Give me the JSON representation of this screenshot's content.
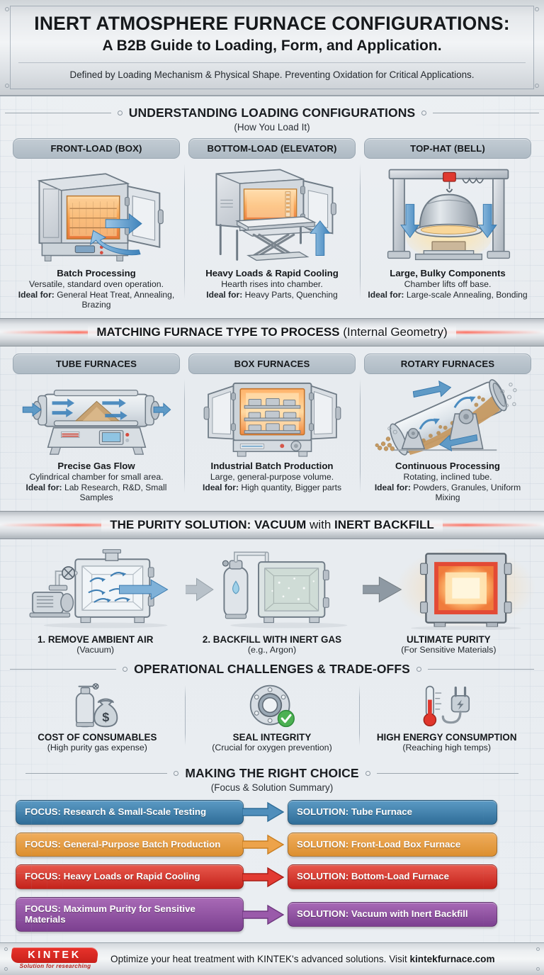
{
  "header": {
    "title": "INERT ATMOSPHERE FURNACE CONFIGURATIONS:",
    "subtitle": "A B2B Guide to Loading, Form, and Application.",
    "tagline": "Defined by Loading Mechanism & Physical Shape. Preventing Oxidation for Critical Applications."
  },
  "section_loading": {
    "heading": "UNDERSTANDING LOADING CONFIGURATIONS",
    "subheading": "(How You Load It)",
    "cards": [
      {
        "pill": "FRONT-LOAD (BOX)",
        "title": "Batch Processing",
        "desc": "Versatile, standard oven operation.",
        "ideal_label": "Ideal for:",
        "ideal_value": "General Heat Treat, Annealing, Brazing"
      },
      {
        "pill": "BOTTOM-LOAD (ELEVATOR)",
        "title": "Heavy Loads & Rapid Cooling",
        "desc": "Hearth rises into chamber.",
        "ideal_label": "Ideal for:",
        "ideal_value": "Heavy Parts, Quenching"
      },
      {
        "pill": "TOP-HAT (BELL)",
        "title": "Large, Bulky Components",
        "desc": "Chamber lifts off base.",
        "ideal_label": "Ideal for:",
        "ideal_value": "Large-scale Annealing, Bonding"
      }
    ]
  },
  "section_matching": {
    "heading_bold": "MATCHING FURNACE TYPE TO PROCESS",
    "heading_light": "(Internal Geometry)",
    "cards": [
      {
        "pill": "TUBE FURNACES",
        "title": "Precise Gas Flow",
        "desc": "Cylindrical chamber for small area.",
        "ideal_label": "Ideal for:",
        "ideal_value": "Lab Research, R&D, Small Samples"
      },
      {
        "pill": "BOX FURNACES",
        "title": "Industrial Batch Production",
        "desc": "Large, general-purpose volume.",
        "ideal_label": "Ideal for:",
        "ideal_value": "High quantity, Bigger parts"
      },
      {
        "pill": "ROTARY FURNACES",
        "title": "Continuous Processing",
        "desc": "Rotating, inclined tube.",
        "ideal_label": "Ideal for:",
        "ideal_value": "Powders, Granules, Uniform Mixing"
      }
    ]
  },
  "section_purity": {
    "heading_part1": "THE PURITY SOLUTION: VACUUM",
    "heading_light": " with ",
    "heading_part2": "INERT BACKFILL",
    "steps": [
      {
        "label": "1. REMOVE AMBIENT AIR",
        "sub": "(Vacuum)"
      },
      {
        "label": "2. BACKFILL WITH INERT GAS",
        "sub": "(e.g., Argon)"
      },
      {
        "label": "ULTIMATE PURITY",
        "sub": "(For Sensitive Materials)"
      }
    ]
  },
  "section_challenges": {
    "heading": "OPERATIONAL CHALLENGES & TRADE-OFFS",
    "items": [
      {
        "title": "COST OF CONSUMABLES",
        "desc": "(High purity gas expense)",
        "icon": "gas-cylinder-money-bag-icon"
      },
      {
        "title": "SEAL INTEGRITY",
        "desc": "(Crucial for oxygen prevention)",
        "icon": "flange-seal-check-icon"
      },
      {
        "title": "HIGH ENERGY CONSUMPTION",
        "desc": "(Reaching high temps)",
        "icon": "thermometer-plug-icon"
      }
    ]
  },
  "section_choice": {
    "heading": "MAKING THE RIGHT CHOICE",
    "subheading": "(Focus & Solution Summary)",
    "rows": [
      {
        "focus": "FOCUS: Research & Small-Scale Testing",
        "solution": "SOLUTION: Tube Furnace",
        "color": "#3d7fae",
        "color2": "#2f6d98"
      },
      {
        "focus": "FOCUS: General-Purpose Batch Production",
        "solution": "SOLUTION: Front-Load Box Furnace",
        "color": "#eda34a",
        "color2": "#d98b2c"
      },
      {
        "focus": "FOCUS: Heavy Loads or Rapid Cooling",
        "solution": "SOLUTION: Bottom-Load Furnace",
        "color": "#e23b32",
        "color2": "#c72a22"
      },
      {
        "focus": "FOCUS: Maximum Purity for Sensitive Materials",
        "solution": "SOLUTION: Vacuum with Inert Backfill",
        "color": "#9a5aaa",
        "color2": "#7f4291"
      }
    ]
  },
  "footer": {
    "logo_word": "KINTEK",
    "logo_tagline": "Solution for researching",
    "text_plain": "Optimize your heat treatment with KINTEK's advanced solutions. Visit ",
    "text_bold": "kintekfurnace.com"
  }
}
